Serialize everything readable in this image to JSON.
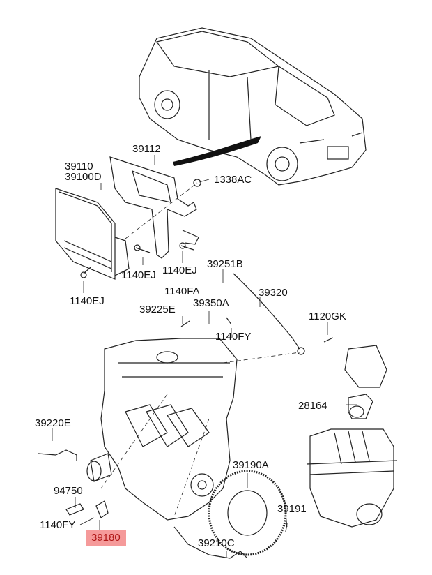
{
  "diagram": {
    "title": "Engine control / sensors parts diagram",
    "highlight_color": "#f59a9a",
    "highlighted_part": "39180",
    "labels": [
      {
        "id": "39112",
        "text": "39112"
      },
      {
        "id": "39110",
        "text": "39110"
      },
      {
        "id": "39100D",
        "text": "39100D"
      },
      {
        "id": "1338AC",
        "text": "1338AC"
      },
      {
        "id": "1140EJ_a",
        "text": "1140EJ"
      },
      {
        "id": "1140EJ_b",
        "text": "1140EJ"
      },
      {
        "id": "1140EJ_c",
        "text": "1140EJ"
      },
      {
        "id": "39251B",
        "text": "39251B"
      },
      {
        "id": "39320",
        "text": "39320"
      },
      {
        "id": "1140FA",
        "text": "1140FA"
      },
      {
        "id": "39225E",
        "text": "39225E"
      },
      {
        "id": "39350A",
        "text": "39350A"
      },
      {
        "id": "1140FY_a",
        "text": "1140FY"
      },
      {
        "id": "1120GK",
        "text": "1120GK"
      },
      {
        "id": "28164",
        "text": "28164"
      },
      {
        "id": "39220E",
        "text": "39220E"
      },
      {
        "id": "39190A",
        "text": "39190A"
      },
      {
        "id": "94750",
        "text": "94750"
      },
      {
        "id": "39191",
        "text": "39191"
      },
      {
        "id": "1140FY_b",
        "text": "1140FY"
      },
      {
        "id": "39180",
        "text": "39180"
      },
      {
        "id": "39210C",
        "text": "39210C"
      }
    ]
  }
}
